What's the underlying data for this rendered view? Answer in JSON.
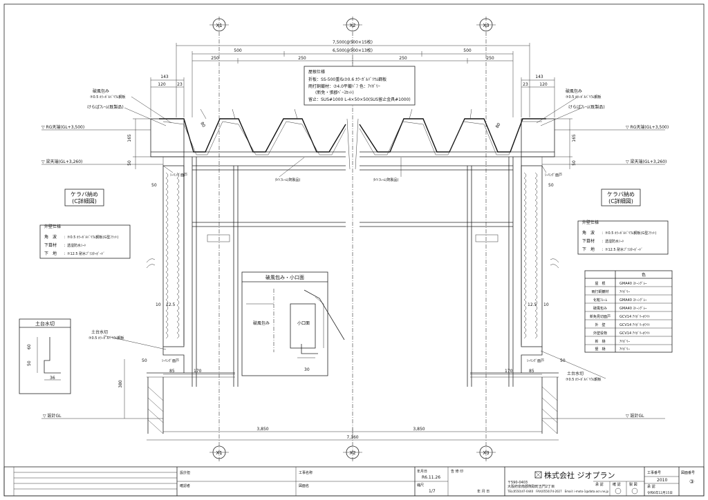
{
  "grid": {
    "top": [
      "X1",
      "X2",
      "X3"
    ],
    "bottom": [
      "X1",
      "X2",
      "X3"
    ]
  },
  "dims": {
    "overall_top": "7,500(@500×15枚)",
    "span_top": "6,500(@500×13枚)",
    "d500_left": "500",
    "d500_right": "500",
    "d250_a": "250",
    "d250_b": "250",
    "d250_c": "250",
    "d250_d": "250",
    "d143_left": "143",
    "d120_left": "120",
    "d23_left": "23",
    "d143_right": "143",
    "d120_right": "120",
    "d23_right": "23",
    "d165_left": "165",
    "d165_right": "165",
    "d50_left": "50",
    "d50_right": "50",
    "d80_left": "80",
    "d80_right": "80",
    "d50_wall_left": "50",
    "d50_wall_right": "50",
    "d10_left": "10",
    "d12_5_left": "12.5",
    "d12_5_right": "12.5",
    "d10_right": "10",
    "d50_base_left": "50",
    "d50_base_right": "50",
    "d85_left": "85",
    "d170_left": "170",
    "d170_right": "170",
    "d85_right": "85",
    "d380": "380",
    "d3850_left": "3,850",
    "d3850_right": "3,850",
    "d7160": "7,160"
  },
  "roof_spec": {
    "title": "屋根仕様",
    "line1": "折板：SS-500重ね⑦0.6 ｶﾗｰｶﾞﾙﾊﾞﾘｳﾑ鋼板",
    "line2": "雨打銅鍍材：⑦4.0平鍍ﾊﾞﾌ 色：ｱｲﾎﾞﾘｰ",
    "line3": "(新免・張郡ﾍﾞｰｽｶｯﾄ)",
    "line4": "留止：SUS#1000 L-4×50×50(SUS留止金具#1000)"
  },
  "labels": {
    "hafu_left": "破風包み",
    "hafu_left_spec": "⑦0.5 ｶﾗｰｶﾞﾙﾊﾞﾘｳﾑ鋼板",
    "keraba_frame_left": "けらばﾌﾚｰﾑ(既製品)",
    "hafu_right": "破風包み",
    "hafu_right_spec": "⑦0.5 ｶﾗｰｶﾞﾙﾊﾞﾘｳﾑ鋼板",
    "keraba_frame_right": "けらばﾌﾚｰﾑ(既製品)",
    "level_top_left": "▽ RG天端(GL+3,500)",
    "level_beam_left": "▽ 梁天端(GL+3,260)",
    "level_top_right": "▽ RG天端(GL+3,500)",
    "level_beam_right": "▽ 梁天端(GL+3,260)",
    "sealing_left": "ｼｰﾘﾝｸﾞ面戸",
    "sealing_right": "ｼｰﾘﾝｸﾞ面戸",
    "tight_frame_left": "ﾀｲﾄﾌﾚｰﾑ(既製品)",
    "tight_frame_right": "ﾀｲﾄﾌﾚｰﾑ(既製品)",
    "slope": "80",
    "gl_left": "▽ 設計GL",
    "gl_right": "▽ 設計GL",
    "dodai_left": "土台水切",
    "dodai_left_spec": "⑦0.5 ｶﾗｰｶﾞﾙﾊﾞﾘｳﾑ鋼板",
    "dodai_right": "土台水切",
    "dodai_right_spec": "⑦0.5 ｶﾗｰｶﾞﾙﾊﾞﾘｳﾑ鋼板",
    "sealing_base_left": "ｼｰﾘﾝｸﾞ面戸",
    "sealing_base_right": "ｼｰﾘﾝｸﾞ面戸"
  },
  "keraba_left": {
    "title": "ケラバ納め",
    "sub": "(C詳細図)"
  },
  "keraba_right": {
    "title": "ケラバ納め",
    "sub": "(C詳細図)"
  },
  "wall_spec_left": {
    "title": "外壁仕様",
    "r1k": "角　波",
    "r1v": "：⑦0.5 ｶﾗｰｶﾞﾙﾊﾞﾘｳﾑ鋼板(G型ﾌﾗｯﾄ)",
    "r2k": "下葺材",
    "r2v": "：透湿防水ｼｰﾄ",
    "r3k": "下　地",
    "r3v": "：⑦12.5 耐水ﾌﾟﾗｽﾀｰﾎﾞｰﾄﾞ"
  },
  "wall_spec_right": {
    "title": "外壁仕様",
    "r1k": "角　波",
    "r1v": "：⑦0.5 ｶﾗｰｶﾞﾙﾊﾞﾘｳﾑ鋼板(G型ﾌﾗｯﾄ)",
    "r2k": "下葺材",
    "r2v": "：透湿防水ｼｰﾄ",
    "r3k": "下　地",
    "r3v": "：⑦12.5 耐水ﾌﾟﾗｽﾀｰﾎﾞｰﾄﾞ"
  },
  "detail": {
    "title": "破風包み・小口面",
    "label_a": "破風包み",
    "label_b": "小口面",
    "dim": "30"
  },
  "dodai_detail": {
    "title": "土台水切",
    "d60": "60",
    "d50": "50",
    "d36": "36"
  },
  "color_table": {
    "header": "色",
    "rows": [
      {
        "k": "屋　根",
        "v": "GMA40 ｽﾄｰﾝｸﾞﾚｰ"
      },
      {
        "k": "雨打銅鍍材",
        "v": "ｱｲﾎﾞﾘｰ"
      },
      {
        "k": "化粧ﾌﾚｰﾑ",
        "v": "GMA40 ｽﾄｰﾝｸﾞﾚｰ"
      },
      {
        "k": "破風包み",
        "v": "GMA40 ｽﾄｰﾝｸﾞﾚｰ"
      },
      {
        "k": "新免見切面戸",
        "v": "GCV14 ｱｲﾎﾞﾘｰﾎﾜｲﾄ"
      },
      {
        "k": "外　壁",
        "v": "GCV14 ｱｲﾎﾞﾘｰﾎﾜｲﾄ"
      },
      {
        "k": "外壁役物",
        "v": "GCV14 ｱｲﾎﾞﾘｰﾎﾜｲﾄ"
      },
      {
        "k": "新　樋",
        "v": "ｱｲﾎﾞﾘｰ"
      },
      {
        "k": "竪　樋",
        "v": "ｱｲﾎﾞﾘｰ"
      }
    ]
  },
  "title_block": {
    "design": "設計担",
    "checker": "確認者",
    "job_name_label": "工事名称",
    "drawing_name_label": "図面名",
    "date_label": "年月日",
    "date": "R6.11.26",
    "scale_label": "縮尺",
    "scale": "1/7",
    "change_label": "告 修 印",
    "ymd": "年 月 日",
    "company": "株式会社 ジオプラン",
    "addr1": "〒590-0403",
    "addr2": "大阪府泉南郡熊取町五門2丁目",
    "addr3": "TEL(0550)47-0440　FAX(0550)74-2027　Email: i-moto-1@data.ocn.ne.jp",
    "job_no_label": "工事番号",
    "job_no": "2010",
    "drawing_no_label": "図面番号",
    "drawing_no": "③",
    "stamp_labels": [
      "承 認",
      "確 認",
      "製 図"
    ],
    "approver_label": "承 認",
    "issued": "令和6年12月15日"
  }
}
